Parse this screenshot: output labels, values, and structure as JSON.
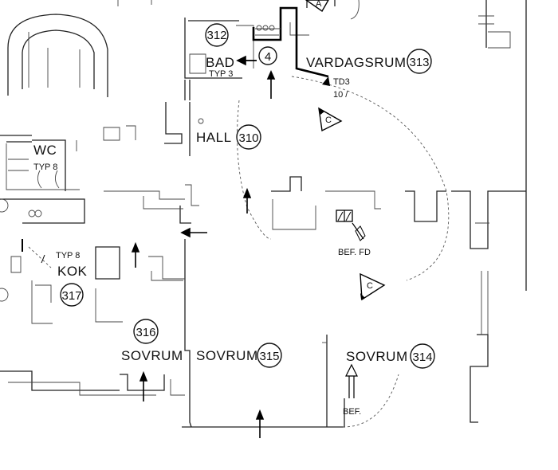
{
  "rooms": {
    "bad": {
      "label": "BAD",
      "type": "TYP 3",
      "number": "312"
    },
    "vardagsrum": {
      "label": "VARDAGSRUM",
      "number": "313"
    },
    "hall": {
      "label": "HALL",
      "number": "310"
    },
    "wc": {
      "label": "WC",
      "type": "TYP 8"
    },
    "kok": {
      "label": "KOK",
      "type": "TYP 8",
      "number": "317"
    },
    "sovrum_316": {
      "label": "SOVRUM",
      "number": "316"
    },
    "sovrum_315": {
      "label": "SOVRUM",
      "number": "315"
    },
    "sovrum_314": {
      "label": "SOVRUM",
      "number": "314"
    }
  },
  "markers": {
    "detector_number": "4",
    "td3": {
      "label": "TD3",
      "value": "10 /"
    },
    "triangle_c_upper": "C",
    "triangle_c_lower": "C",
    "triangle_a_top": "A",
    "bef_fd": "BEF. FD",
    "bef": "BEF."
  }
}
